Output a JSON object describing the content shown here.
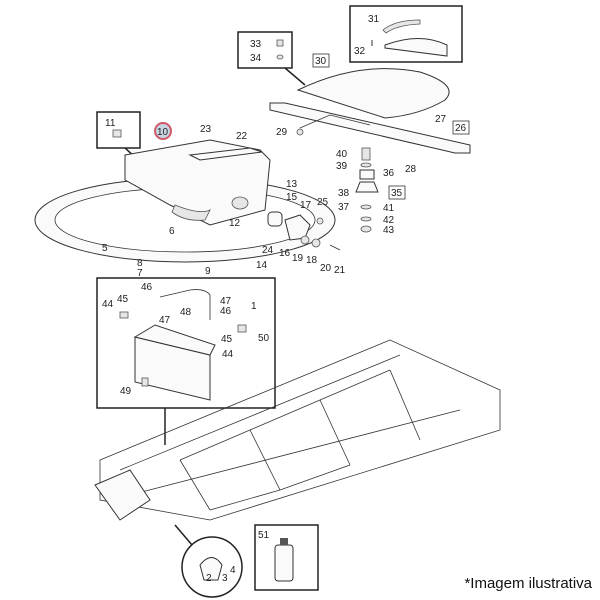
{
  "caption": "*Imagem ilustrativa",
  "highlight_color": "#d05a6a",
  "callouts": {
    "c31": "31",
    "c32": "32",
    "c33": "33",
    "c34": "34",
    "c30": "30",
    "c27": "27",
    "c26": "26",
    "c29": "29",
    "c28": "28",
    "c40": "40",
    "c39": "39",
    "c36": "36",
    "c35": "35",
    "c38": "38",
    "c37": "37",
    "c41": "41",
    "c42": "42",
    "c43": "43",
    "c11": "11",
    "c10": "10",
    "c23": "23",
    "c22": "22",
    "c13": "13",
    "c15": "15",
    "c17": "17",
    "c25": "25",
    "c12": "12",
    "c6": "6",
    "c5": "5",
    "c24": "24",
    "c16": "16",
    "c19": "19",
    "c18": "18",
    "c20": "20",
    "c21": "21",
    "c14": "14",
    "c8": "8",
    "c7": "7",
    "c9": "9",
    "b46a": "46",
    "b45a": "45",
    "b44a": "44",
    "b48": "48",
    "b47a": "47",
    "b46b": "46",
    "b1": "1",
    "b47b": "47",
    "b50": "50",
    "b45b": "45",
    "b44b": "44",
    "b49": "49",
    "c51": "51",
    "c2": "2",
    "c3": "3",
    "c4": "4"
  }
}
